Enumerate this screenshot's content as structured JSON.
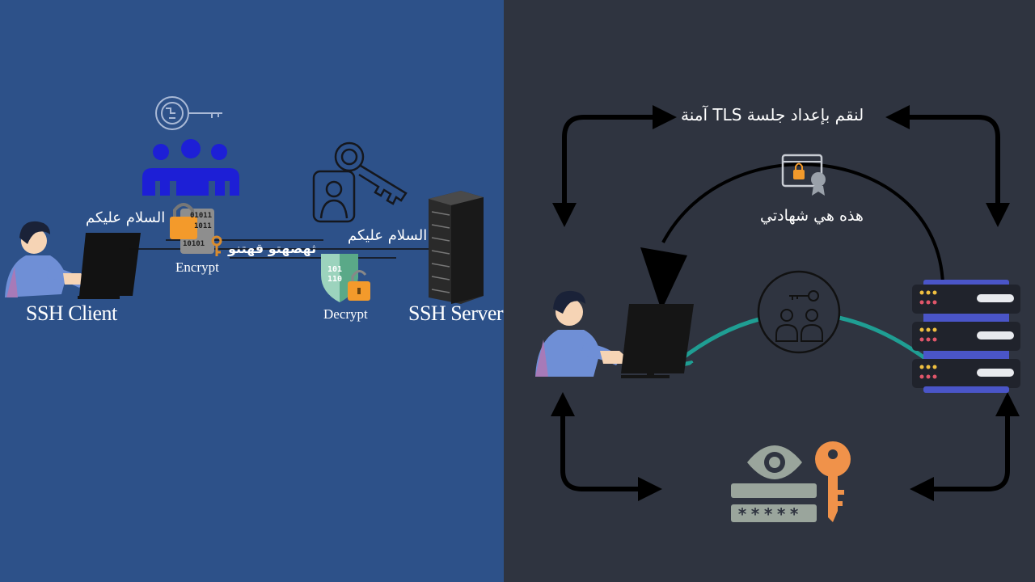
{
  "left": {
    "client_label": "SSH Client",
    "server_label": "SSH Server",
    "encrypt_label": "Encrypt",
    "decrypt_label": "Decrypt",
    "greeting_client": "السلام عليكم",
    "greeting_server": "السلام عليكم",
    "cipher_text": "ثهصهتو قهتنو",
    "bits_encrypt": [
      "01011",
      "1011",
      "10101"
    ],
    "bits_decrypt": [
      "101",
      "110"
    ]
  },
  "right": {
    "tls_text": "لنقم بإعداد جلسة TLS آمنة",
    "certificate_text": "هذه هي شهادتي",
    "password_mask": "*****"
  },
  "colors": {
    "left_bg": "#2d5189",
    "right_bg": "#2f3440",
    "people_icon": "#1d1fd6",
    "teal_arrow": "#1f9e93",
    "lock_orange": "#f39a2b",
    "key_orange": "#f0924a",
    "server_red_led": "#e0566a",
    "server_yellow_led": "#f0c040"
  }
}
